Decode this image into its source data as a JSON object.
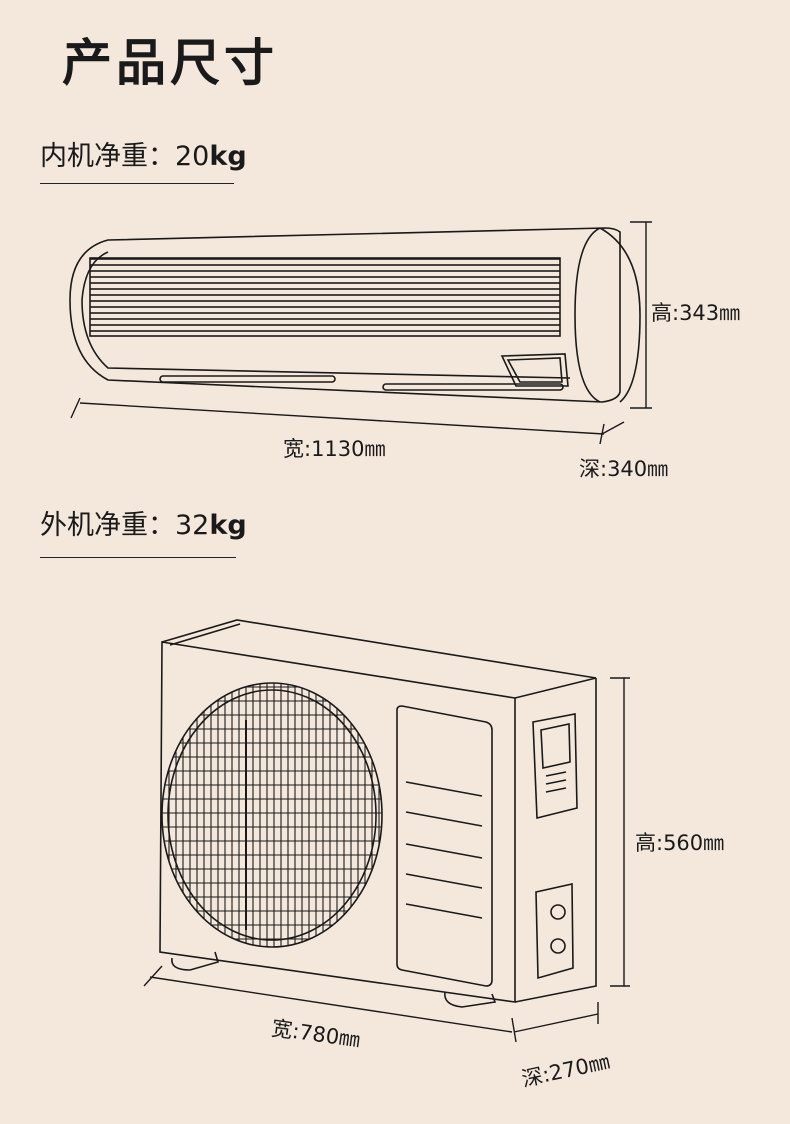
{
  "page": {
    "title": "产品尺寸"
  },
  "indoor": {
    "weight_label": "内机净重：",
    "weight_value": "20",
    "weight_unit": "kg",
    "height": "高:343㎜",
    "width": "宽:1130㎜",
    "depth": "深:340㎜"
  },
  "outdoor": {
    "weight_label": "外机净重：",
    "weight_value": "32",
    "weight_unit": "kg",
    "height": "高:560㎜",
    "width": "宽:780㎜",
    "depth": "深:270㎜"
  },
  "colors": {
    "background": "#f4e8dd",
    "line": "#1a1a1a"
  }
}
